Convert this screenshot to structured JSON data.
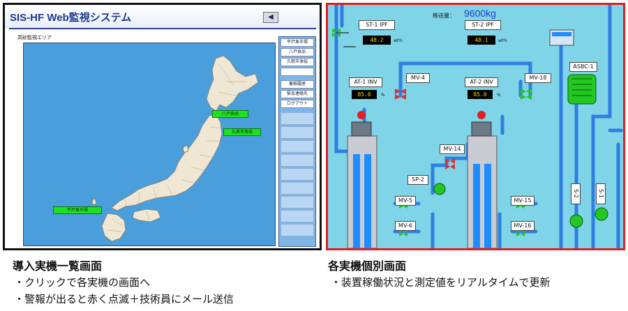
{
  "left_panel": {
    "app_title": "SIS-HF Web監視システム",
    "speaker_icon": "speaker-icon",
    "area_label": "高砂監視エリア",
    "sidebar_buttons": [
      "平戸魚市場",
      "八戸食品",
      "久慈市漁協",
      "",
      "蓄積履歴",
      "緊急連絡先",
      "ログアウト"
    ],
    "plant_labels": {
      "hachinohe": "八戸食品",
      "kuji": "久慈市漁協",
      "hirado": "平戸魚市場"
    },
    "colors": {
      "title": "#1a3a8c",
      "sea": "#4a9edc",
      "land": "#efe7d3",
      "label": "#20e020",
      "frame": "#111111"
    }
  },
  "right_panel": {
    "flow_label": "移送量：",
    "flow_value": "9600kg",
    "st1": {
      "tag": "ST-1 IPF",
      "value": "48.2",
      "unit": "wt%"
    },
    "st2": {
      "tag": "ST-2 IPF",
      "value": "48.1",
      "unit": "wt%"
    },
    "at1": {
      "tag": "AT-1 INV",
      "value": "85.0",
      "unit": "%"
    },
    "at2": {
      "tag": "AT-2 INV",
      "value": "85.0",
      "unit": "%"
    },
    "valves": {
      "mv4": "MV-4",
      "mv18": "MV-18",
      "mv14": "MV-14",
      "mv5": "MV-5",
      "mv6": "MV-6",
      "mv15": "MV-15",
      "mv16": "MV-16"
    },
    "sp2": "SP-2",
    "asbc1": "ASBC-1",
    "vertical_tags": [
      "S-2",
      "S-1"
    ],
    "colors": {
      "background": "#7fd4e8",
      "pipe": "#2f7fe0",
      "tank": "#c8ccd2",
      "valve_open": "#22c722",
      "valve_closed": "#e03030",
      "frame": "#e02020"
    }
  },
  "captions": {
    "left_title": "導入実機一覧画面",
    "left_items": [
      "・クリックで各実機の画面へ",
      "・警報が出ると赤く点滅＋技術員にメール送信"
    ],
    "right_title": "各実機個別画面",
    "right_items": [
      "・装置稼働状況と測定値をリアルタイムで更新"
    ]
  }
}
